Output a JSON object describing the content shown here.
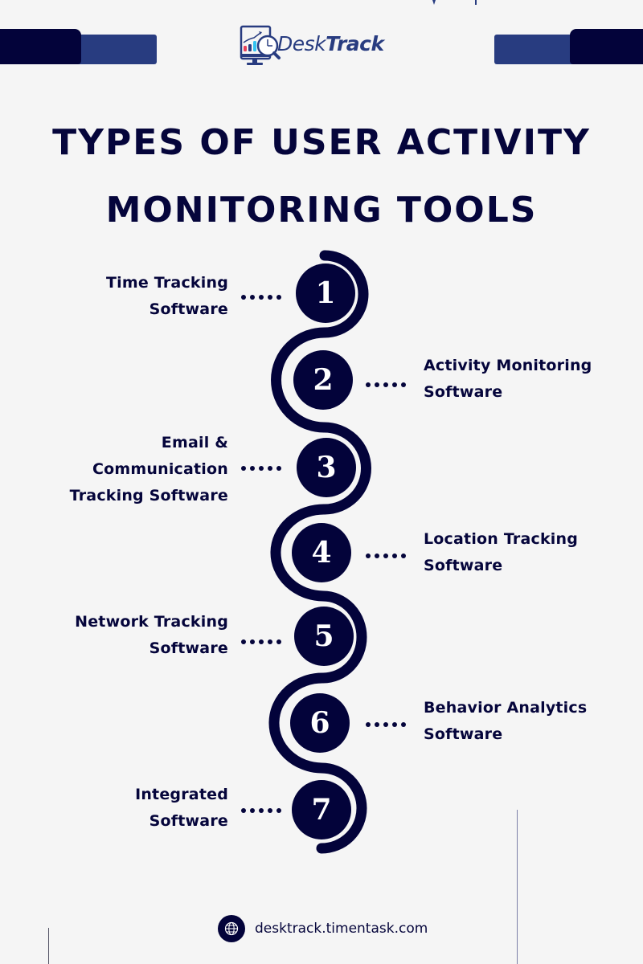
{
  "brand": {
    "name_light": "Desk",
    "name_bold": "Track",
    "logo_icon": "monitor-chart-clock-magnifier-icon",
    "colors": {
      "background": "#f5f5f5",
      "navy": "#03033a",
      "blue": "#283c80",
      "bar_red": "#e8415a",
      "bar_cyan": "#33c2f0"
    }
  },
  "title": {
    "line1": "TYPES OF USER ACTIVITY",
    "line2": "MONITORING TOOLS"
  },
  "steps": [
    {
      "number": "1",
      "side": "left",
      "lines": [
        "Time Tracking",
        "Software"
      ]
    },
    {
      "number": "2",
      "side": "right",
      "lines": [
        "Activity Monitoring",
        "Software"
      ]
    },
    {
      "number": "3",
      "side": "left",
      "lines": [
        "Email &",
        "Communication",
        "Tracking Software"
      ]
    },
    {
      "number": "4",
      "side": "right",
      "lines": [
        "Location Tracking",
        "Software"
      ]
    },
    {
      "number": "5",
      "side": "left",
      "lines": [
        "Network Tracking",
        "Software"
      ]
    },
    {
      "number": "6",
      "side": "right",
      "lines": [
        "Behavior Analytics",
        "Software"
      ]
    },
    {
      "number": "7",
      "side": "left",
      "lines": [
        "Integrated",
        "Software"
      ]
    }
  ],
  "footer": {
    "icon": "globe-icon",
    "url": "desktrack.timentask.com"
  }
}
